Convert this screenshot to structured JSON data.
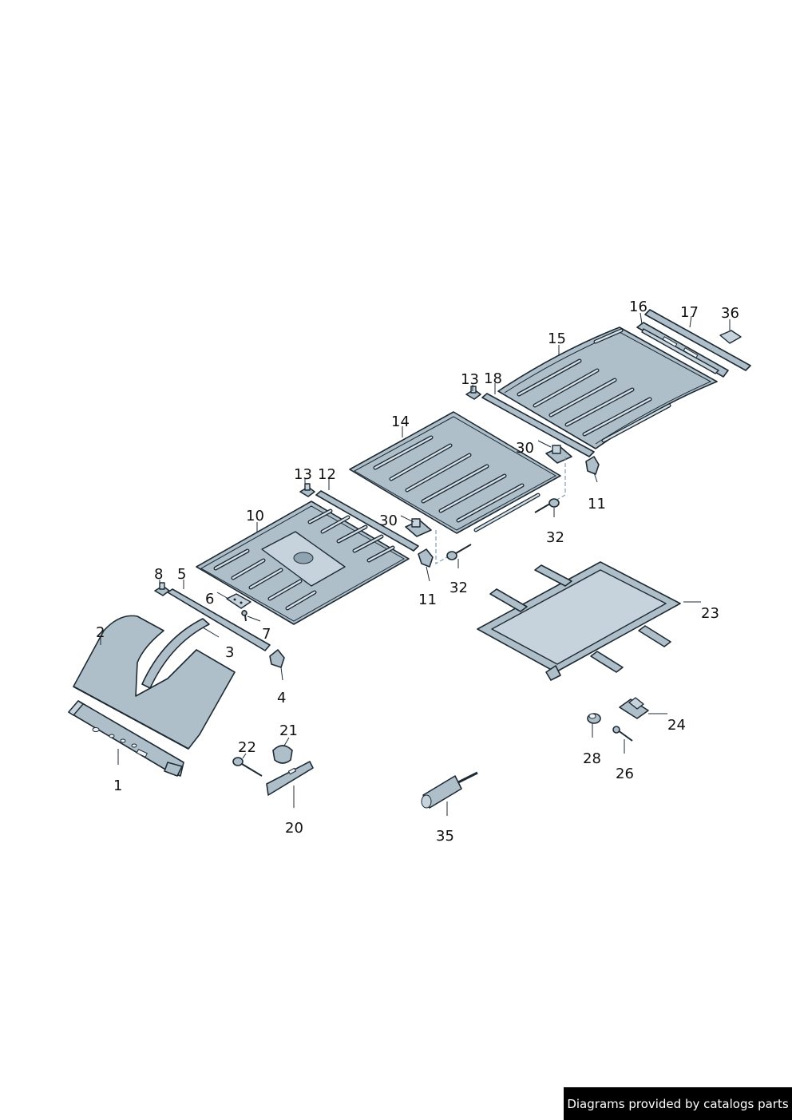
{
  "callouts": {
    "c1": "1",
    "c2": "2",
    "c3": "3",
    "c4": "4",
    "c5": "5",
    "c6": "6",
    "c7": "7",
    "c8": "8",
    "c10": "10",
    "c11a": "11",
    "c11b": "11",
    "c12": "12",
    "c13a": "13",
    "c13b": "13",
    "c14": "14",
    "c15": "15",
    "c16": "16",
    "c17": "17",
    "c18": "18",
    "c20": "20",
    "c21": "21",
    "c22": "22",
    "c23": "23",
    "c24": "24",
    "c26": "26",
    "c28": "28",
    "c30a": "30",
    "c30b": "30",
    "c32a": "32",
    "c32b": "32",
    "c35": "35",
    "c36": "36"
  },
  "credit": "Diagrams provided by catalogs parts"
}
